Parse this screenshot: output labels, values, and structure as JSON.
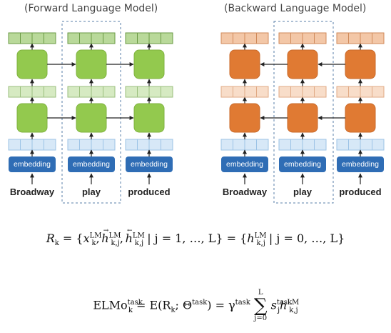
{
  "panels": [
    {
      "title": "(Forward Language Model)",
      "direction": "forward",
      "words": [
        "Broadway",
        "play",
        "produced"
      ],
      "embedding_label": "embedding",
      "colors": {
        "cell": "#93c94e",
        "cell_border": "#7fb23f",
        "strip_top": "#b9d99a",
        "strip_top_border": "#6a9a44",
        "strip_mid": "#d6eac2",
        "strip_mid_border": "#9bbf7d"
      }
    },
    {
      "title": "(Backward Language Model)",
      "direction": "backward",
      "words": [
        "Broadway",
        "play",
        "produced"
      ],
      "embedding_label": "embedding",
      "colors": {
        "cell": "#e07a33",
        "cell_border": "#c8692a",
        "strip_top": "#f3c7a7",
        "strip_top_border": "#d08a5a",
        "strip_mid": "#f8ddc9",
        "strip_mid_border": "#e0aa85"
      }
    }
  ],
  "embedding_strip_color": "#d7e8f7",
  "embedding_strip_border": "#9cc3e6",
  "highlight_box_color": "#5a7fa8",
  "formula1": {
    "lhs": "R",
    "lhs_sub": "k",
    "eq": " = {",
    "x": "x",
    "x_sup": "LM",
    "x_sub": "k",
    "h": "h",
    "h_sup": "LM",
    "h_sub": "k,j",
    "cond1": " | j = 1, …, L} = {",
    "h2": "h",
    "h2_sup": "LM",
    "h2_sub": "k,j",
    "cond2": " | j = 0, …, L}"
  },
  "formula2": {
    "name": "ELMo",
    "name_sup": "task",
    "name_sub": "k",
    "mid": " = E(R",
    "mid_sub": "k",
    "mid2": "; Θ",
    "mid2_sup": "task",
    "mid3": ") = γ",
    "gamma_sup": "task",
    "sum_top": "L",
    "sum_sym": "∑",
    "sum_bottom": "j=0",
    "s": "s",
    "s_sup": "task",
    "s_sub": "j",
    "h": "h",
    "h_sup": "LM",
    "h_sub": "k,j"
  }
}
